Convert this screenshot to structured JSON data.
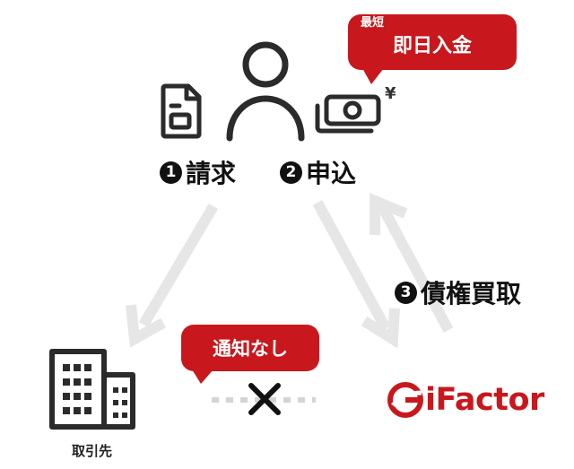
{
  "steps": {
    "invoice": {
      "num": "1",
      "label": "請求"
    },
    "apply": {
      "num": "2",
      "label": "申込"
    },
    "purchase": {
      "num": "3",
      "label": "債権買取"
    }
  },
  "badge_fastest": {
    "small": "最短",
    "text": "即日入金"
  },
  "badge_no_notice": {
    "text": "通知なし"
  },
  "yen_symbol": "¥",
  "partner_label": "取引先",
  "brand": {
    "mark": "G",
    "text": "iFactor"
  },
  "colors": {
    "accent": "#c8181d",
    "arrow": "#e6e6e6",
    "ink": "#2b2b2b"
  }
}
